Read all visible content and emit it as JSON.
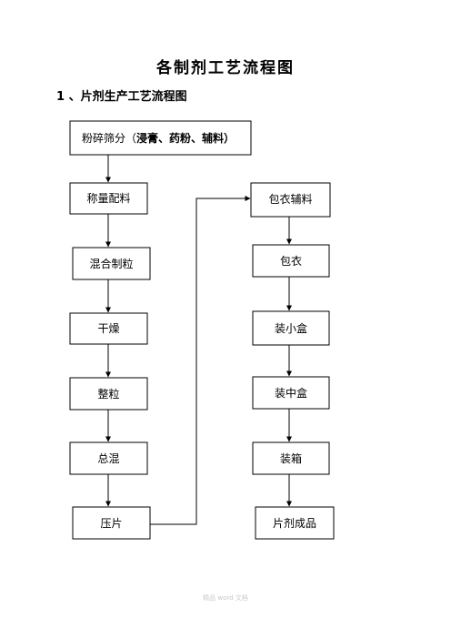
{
  "document": {
    "title": "各制剂工艺流程图",
    "section_heading": "1 、片剂生产工艺流程图",
    "footer": "精品 word 文档"
  },
  "diagram": {
    "left_column": [
      {
        "id": "crush",
        "label": "粉碎筛分（",
        "label_bold": "浸膏、药粉、辅料）"
      },
      {
        "id": "weigh",
        "label": "称量配料"
      },
      {
        "id": "mix",
        "label": "混合制粒"
      },
      {
        "id": "dry",
        "label": "干燥"
      },
      {
        "id": "granulate",
        "label": "整粒"
      },
      {
        "id": "blend",
        "label": "总混"
      },
      {
        "id": "press",
        "label": "压片"
      }
    ],
    "right_column": [
      {
        "id": "coat-material",
        "label": "包衣辅料"
      },
      {
        "id": "coat",
        "label": "包衣"
      },
      {
        "id": "small-box",
        "label": "装小盒"
      },
      {
        "id": "mid-box",
        "label": "装中盒"
      },
      {
        "id": "carton",
        "label": "装箱"
      },
      {
        "id": "finished",
        "label": "片剂成品"
      }
    ]
  }
}
